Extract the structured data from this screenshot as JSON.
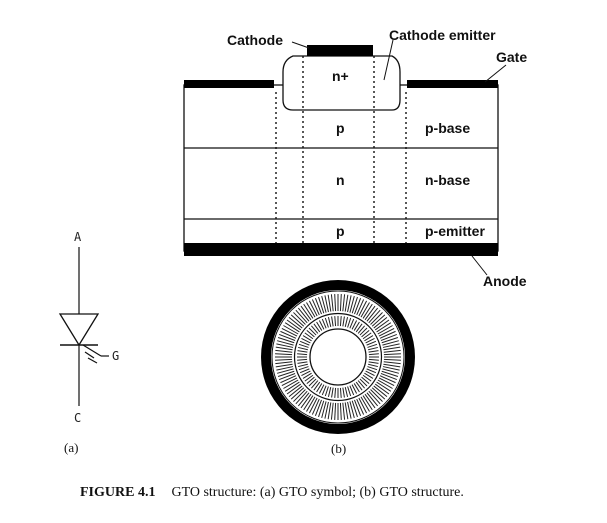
{
  "symbol": {
    "anode_label": "A",
    "gate_label": "G",
    "cathode_label": "C",
    "panel_label": "(a)"
  },
  "structure": {
    "callouts": {
      "cathode": "Cathode",
      "cathode_emitter": "Cathode emitter",
      "gate": "Gate",
      "anode": "Anode"
    },
    "regions": {
      "n_plus": "n+",
      "p_base_center": "p",
      "p_base": "p-base",
      "n_base_center": "n",
      "n_base": "n-base",
      "p_emitter_center": "p",
      "p_emitter": "p-emitter"
    },
    "panel_label": "(b)"
  },
  "caption": {
    "number": "FIGURE 4.1",
    "text": "GTO structure: (a) GTO symbol; (b) GTO structure."
  }
}
